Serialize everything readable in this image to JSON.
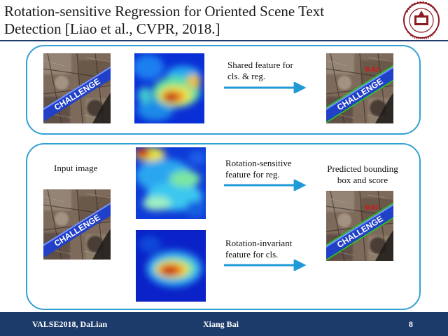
{
  "slide": {
    "title_line1": "Rotation-sensitive Regression for Oriented Scene Text",
    "title_line2": "Detection [Liao et al., CVPR, 2018.]"
  },
  "logo": {
    "icon": "university-seal"
  },
  "top_panel": {
    "caption_line1": "Shared feature for",
    "caption_line2": "cls. & reg.",
    "score": "0.42"
  },
  "bottom_panel": {
    "input_label": "Input image",
    "reg_caption_line1": "Rotation-sensitive",
    "reg_caption_line2": "feature for reg.",
    "cls_caption_line1": "Rotation-invariant",
    "cls_caption_line2": "feature for cls.",
    "output_label_line1": "Predicted bounding",
    "output_label_line2": "box and score",
    "score": "0.87"
  },
  "image_text": "CHALLENGE",
  "footer": {
    "left": "VALSE2018, DaLian",
    "center": "Xiang Bai",
    "page": "8"
  },
  "colors": {
    "accent": "#33a0d4",
    "footer": "#1c3b6a",
    "score": "#e01010"
  }
}
